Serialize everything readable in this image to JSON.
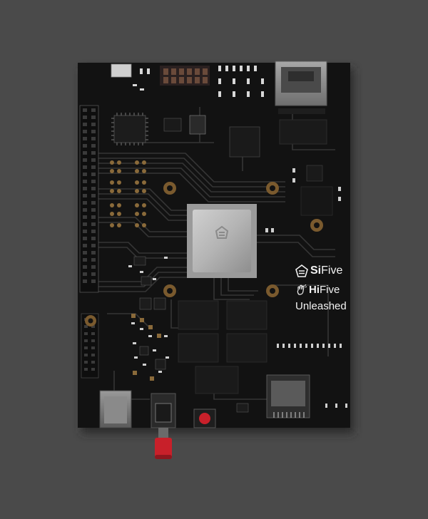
{
  "colors": {
    "background": "#4a4a4a",
    "board": "#121212",
    "trace": "#3a3a3a",
    "chip": "#1c1c1c",
    "soc": "#b8b8b8",
    "gold": "#8a6a3a",
    "brand_text": "#f2f2f2",
    "reset_button": "#c8202a",
    "power_switch_cap": "#c8202a"
  },
  "branding": {
    "sifive": {
      "prefix": "Si",
      "suffix": "Five",
      "icon": "sifive-logo-icon"
    },
    "hifive": {
      "prefix": "Hi",
      "suffix": "Five",
      "icon": "hand-wave-icon"
    },
    "product": "Unleashed"
  }
}
